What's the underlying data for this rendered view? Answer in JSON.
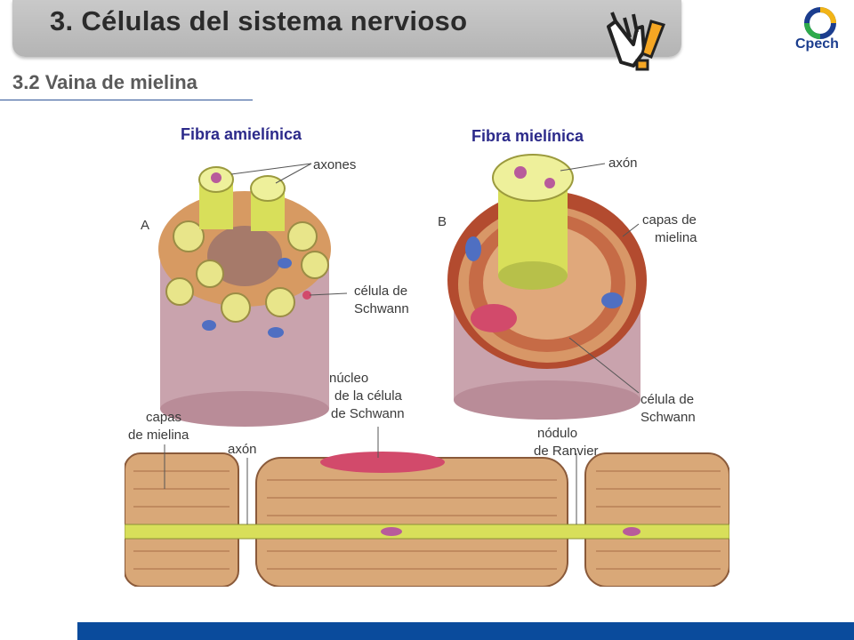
{
  "slide": {
    "title": "3. Células del sistema nervioso",
    "subtitle": "3.2 Vaina de mielina",
    "logo_text": "Cpech"
  },
  "figure": {
    "label_a": "Fibra amielínica",
    "label_b": "Fibra mielínica",
    "panel_a": "A",
    "panel_b": "B",
    "a_axones": "axones",
    "a_celula_1": "célula de",
    "a_celula_2": "Schwann",
    "b_axon": "axón",
    "b_capas_1": "capas de",
    "b_capas_2": "mielina",
    "b_celula_1": "célula de",
    "b_celula_2": "Schwann",
    "nucleo_1": "núcleo",
    "nucleo_2": "de la célula",
    "nucleo_3": "de Schwann",
    "capas_1": "capas",
    "capas_2": "de mielina",
    "axon_bottom": "axón",
    "nodulo_1": "nódulo",
    "nodulo_2": "de Ranvier"
  },
  "colors": {
    "title_bar": "#bdbdbd",
    "label_blue": "#2c2a8a",
    "bottom_bar": "#0a4b9c",
    "axon_yellow": "#d8df5a",
    "myelin_tan": "#d9a878"
  },
  "icons": [
    "hand-pointer-icon",
    "cpech-logo"
  ]
}
